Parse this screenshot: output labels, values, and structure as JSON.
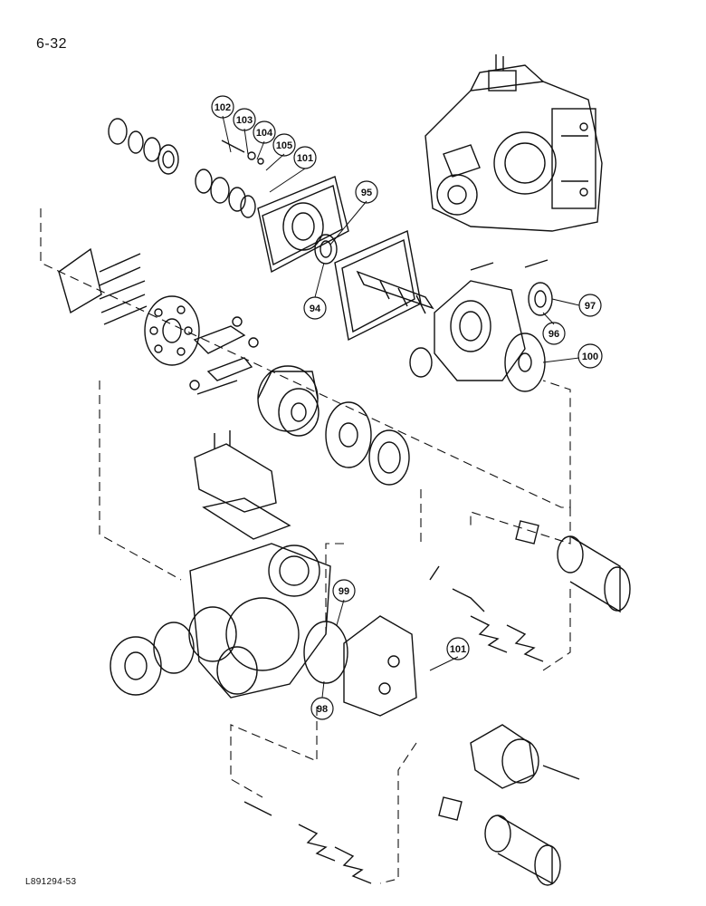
{
  "page_number": "6-32",
  "drawing_code": "L891294-53",
  "callouts": [
    "94",
    "95",
    "96",
    "97",
    "98",
    "99",
    "100",
    "101",
    "101",
    "102",
    "103",
    "104",
    "105"
  ],
  "colors": {
    "ink": "#111111",
    "paper": "#ffffff"
  }
}
